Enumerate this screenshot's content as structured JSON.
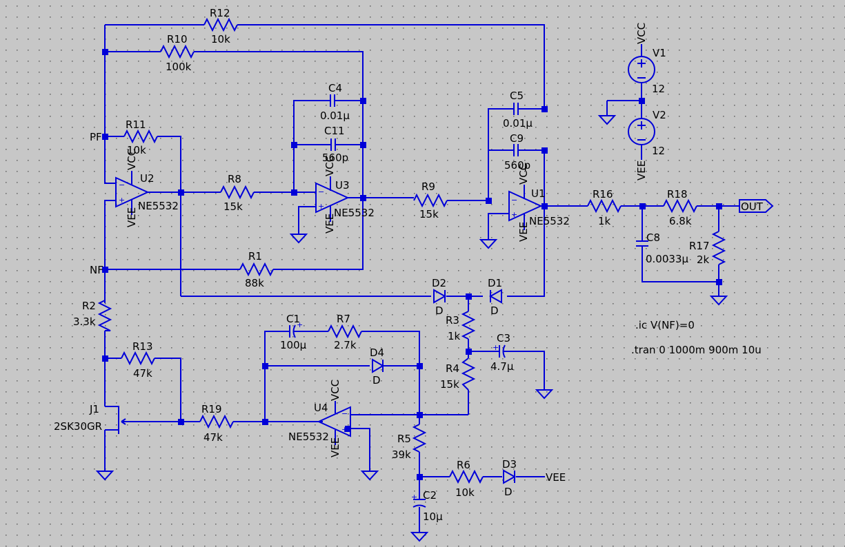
{
  "components": {
    "R12": {
      "name": "R12",
      "value": "10k"
    },
    "R10": {
      "name": "R10",
      "value": "100k"
    },
    "R11": {
      "name": "R11",
      "value": "10k"
    },
    "R8": {
      "name": "R8",
      "value": "15k"
    },
    "R9": {
      "name": "R9",
      "value": "15k"
    },
    "R1": {
      "name": "R1",
      "value": "88k"
    },
    "R16": {
      "name": "R16",
      "value": "1k"
    },
    "R18": {
      "name": "R18",
      "value": "6.8k"
    },
    "R17": {
      "name": "R17",
      "value": "2k"
    },
    "R2": {
      "name": "R2",
      "value": "3.3k"
    },
    "R13": {
      "name": "R13",
      "value": "47k"
    },
    "R19": {
      "name": "R19",
      "value": "47k"
    },
    "R7": {
      "name": "R7",
      "value": "2.7k"
    },
    "R3": {
      "name": "R3",
      "value": "1k"
    },
    "R4": {
      "name": "R4",
      "value": "15k"
    },
    "R5": {
      "name": "R5",
      "value": "39k"
    },
    "R6": {
      "name": "R6",
      "value": "10k"
    },
    "C4": {
      "name": "C4",
      "value": "0.01µ"
    },
    "C11": {
      "name": "C11",
      "value": "560p"
    },
    "C5": {
      "name": "C5",
      "value": "0.01µ"
    },
    "C9": {
      "name": "C9",
      "value": "560p"
    },
    "C8": {
      "name": "C8",
      "value": "0.0033µ"
    },
    "C1": {
      "name": "C1",
      "value": "100µ"
    },
    "C3": {
      "name": "C3",
      "value": "4.7µ"
    },
    "C2": {
      "name": "C2",
      "value": "10µ"
    },
    "D1": {
      "name": "D1",
      "value": "D"
    },
    "D2": {
      "name": "D2",
      "value": "D"
    },
    "D3": {
      "name": "D3",
      "value": "D"
    },
    "D4": {
      "name": "D4",
      "value": "D"
    },
    "U1": {
      "name": "U1",
      "value": "NE5532"
    },
    "U2": {
      "name": "U2",
      "value": "NE5532"
    },
    "U3": {
      "name": "U3",
      "value": "NE5532"
    },
    "U4": {
      "name": "U4",
      "value": "NE5532"
    },
    "V1": {
      "name": "V1",
      "value": "12"
    },
    "V2": {
      "name": "V2",
      "value": "12"
    },
    "J1": {
      "name": "J1",
      "value": "2SK30GR"
    }
  },
  "nets": {
    "vcc": "VCC",
    "vee": "VEE",
    "pf": "PF",
    "nf": "NF",
    "out": "OUT"
  },
  "directives": {
    "ic": ".ic V(NF)=0",
    "tran": ".tran 0 1000m 900m 10u"
  }
}
